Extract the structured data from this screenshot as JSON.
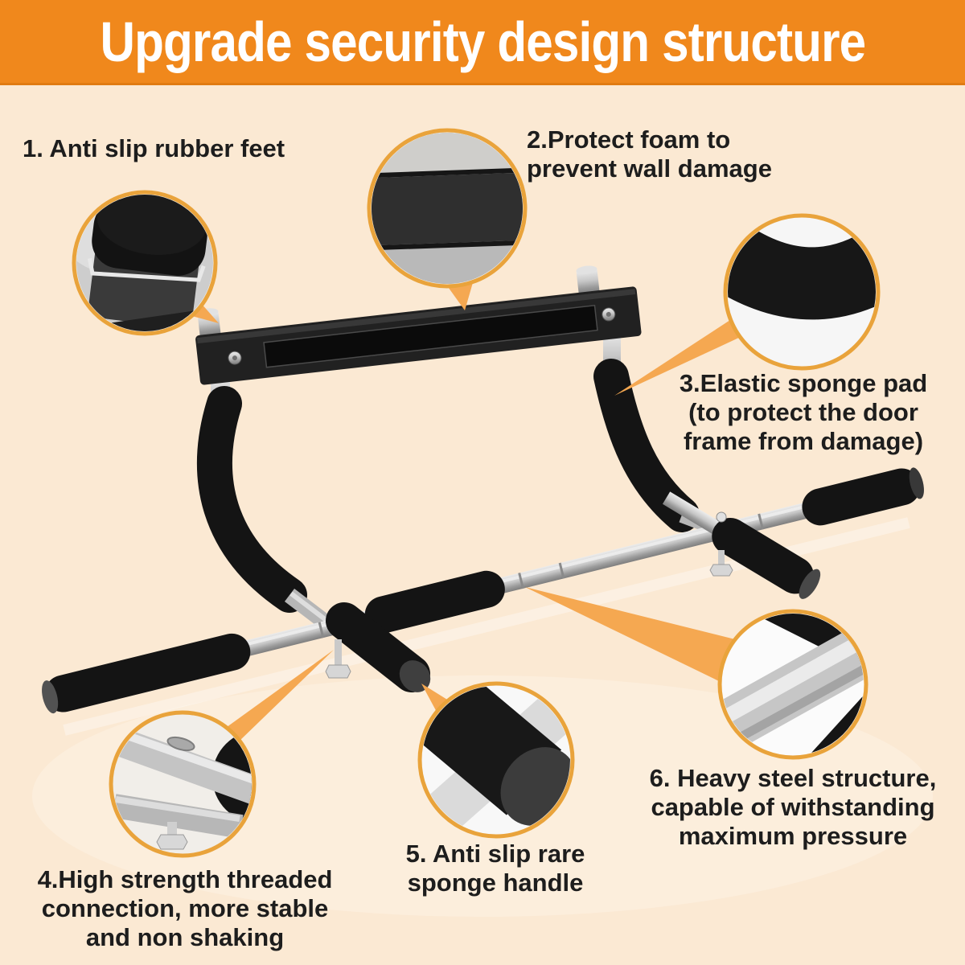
{
  "header": {
    "title": "Upgrade security design structure",
    "bg_color": "#F0881C",
    "text_color": "#FFFFFF"
  },
  "page": {
    "bg_color": "#FBE9D3",
    "label_text_color": "#1D1D1D"
  },
  "accent": {
    "callout_ring_color": "#E9A33B",
    "leader_color": "#F5A851",
    "steel_silver_color": "#C7C7C7",
    "foam_black_color": "#141414"
  },
  "product": {
    "name": "doorway pull-up bar"
  },
  "features": [
    {
      "number": "1",
      "lines": [
        "1. Anti slip rubber feet"
      ],
      "callout": "rubber-foot-detail"
    },
    {
      "number": "2",
      "lines": [
        "2.Protect foam to",
        "prevent wall damage"
      ],
      "callout": "wall-foam-detail"
    },
    {
      "number": "3",
      "lines": [
        "3.Elastic sponge pad",
        "(to protect the door",
        "frame from damage)"
      ],
      "callout": "sponge-pad-detail"
    },
    {
      "number": "4",
      "lines": [
        "4.High strength threaded",
        "connection, more stable",
        "and non shaking"
      ],
      "callout": "threaded-connection-detail"
    },
    {
      "number": "5",
      "lines": [
        "5. Anti slip rare",
        "sponge handle"
      ],
      "callout": "sponge-handle-detail"
    },
    {
      "number": "6",
      "lines": [
        "6. Heavy steel structure,",
        "capable of withstanding",
        "maximum pressure"
      ],
      "callout": "steel-tube-detail"
    }
  ]
}
